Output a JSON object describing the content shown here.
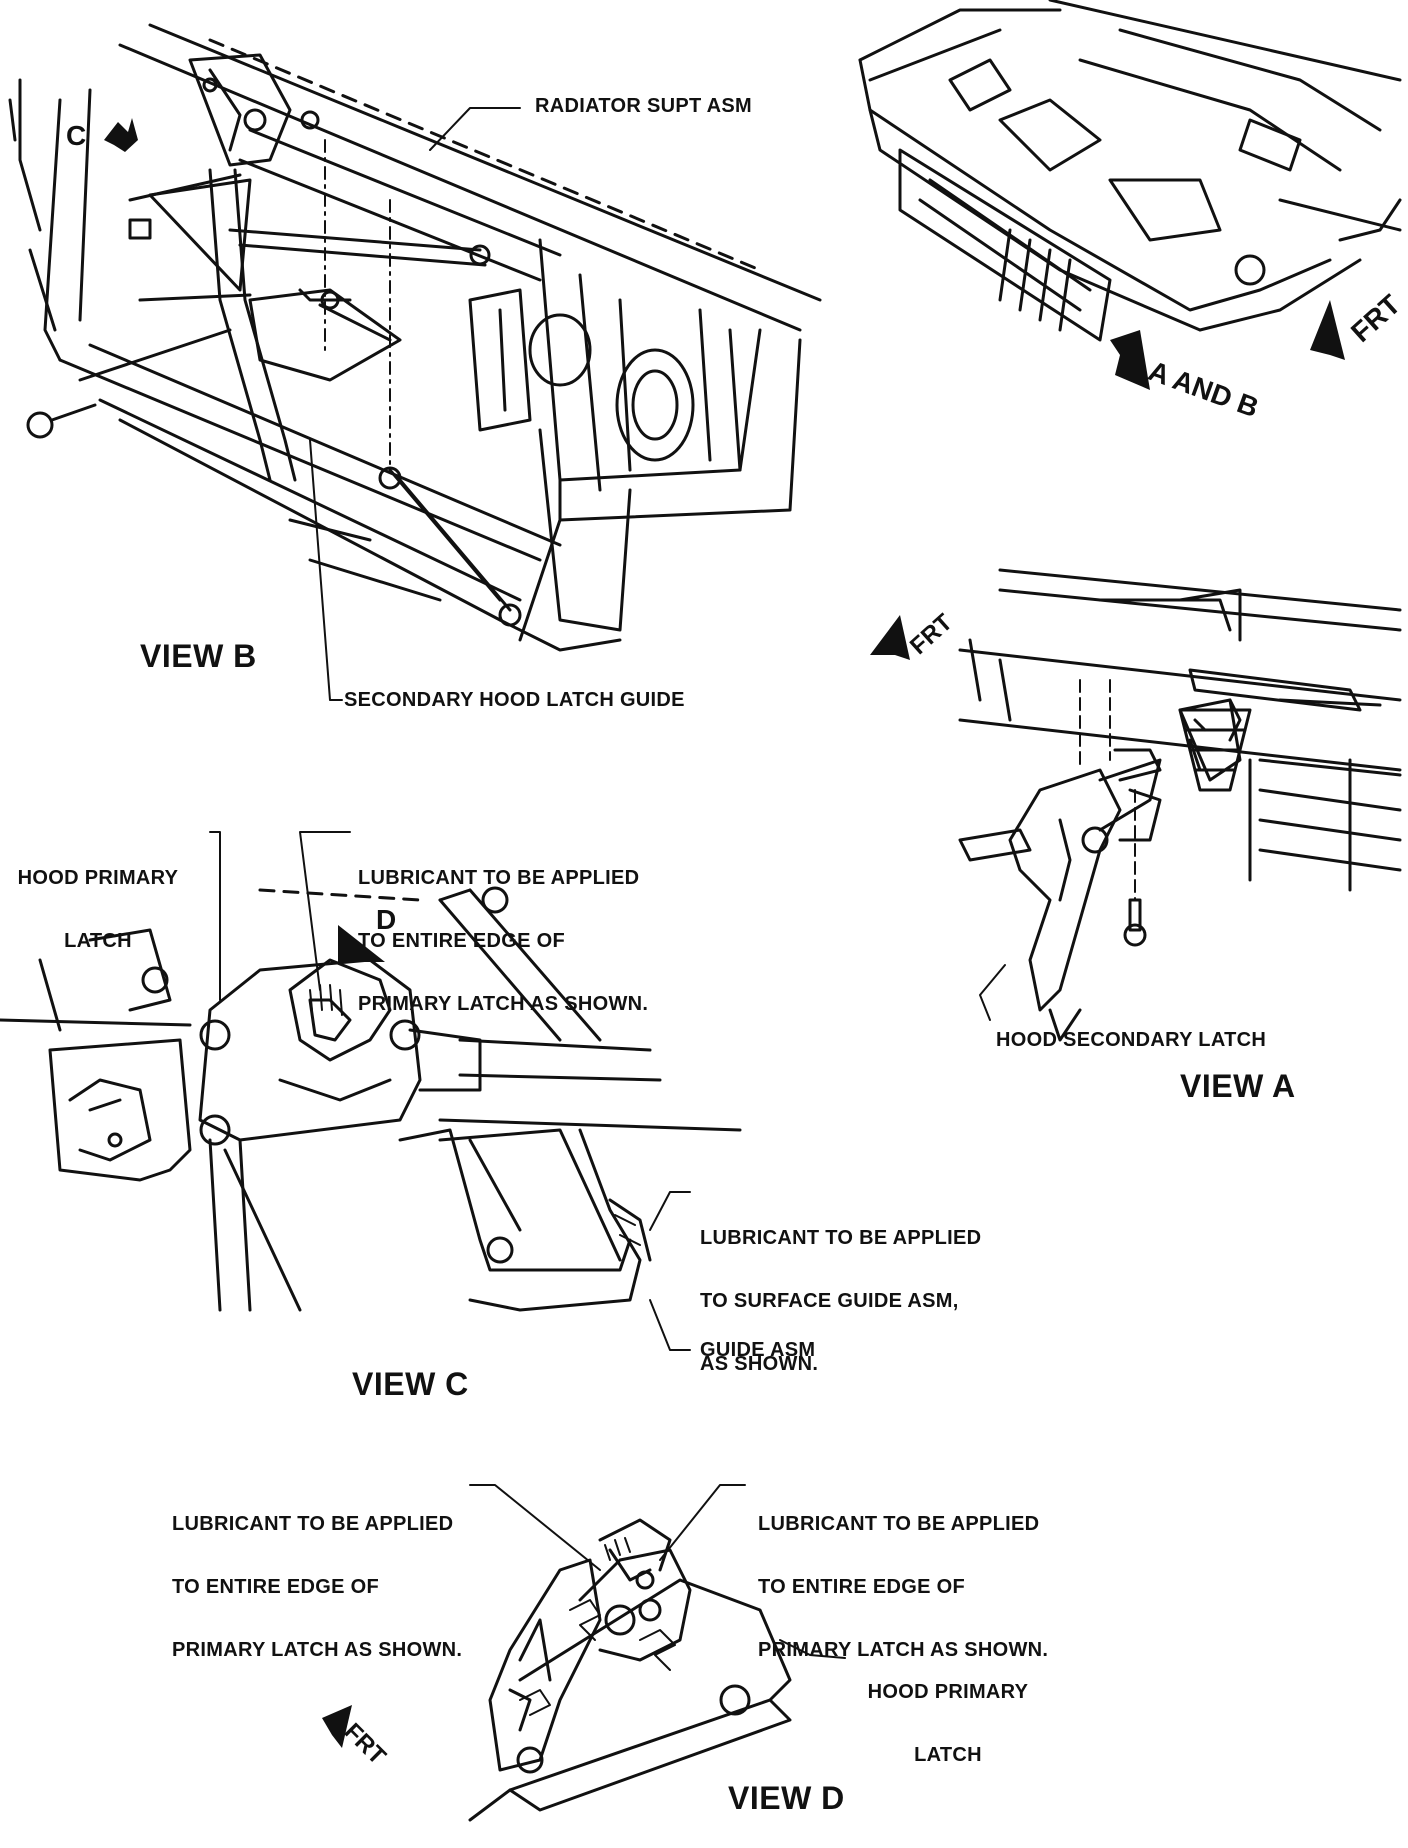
{
  "labels": {
    "radiator_supt": "RADIATOR SUPT ASM",
    "secondary_guide": "SECONDARY HOOD LATCH GUIDE",
    "hood_secondary_latch": "HOOD SECONDARY LATCH",
    "hood_primary_latch_c": [
      "HOOD PRIMARY",
      "LATCH"
    ],
    "lube_primary_c": [
      "LUBRICANT TO BE APPLIED",
      "TO ENTIRE EDGE OF",
      "PRIMARY LATCH AS SHOWN."
    ],
    "lube_surface_guide": [
      "LUBRICANT TO BE APPLIED",
      "TO SURFACE GUIDE ASM,",
      "AS SHOWN."
    ],
    "guide_asm": "GUIDE ASM",
    "lube_primary_d_left": [
      "LUBRICANT TO BE APPLIED",
      "TO ENTIRE EDGE OF",
      "PRIMARY LATCH AS SHOWN."
    ],
    "lube_primary_d_right": [
      "LUBRICANT TO BE APPLIED",
      "TO ENTIRE EDGE OF",
      "PRIMARY LATCH AS SHOWN."
    ],
    "hood_primary_latch_d": [
      "HOOD PRIMARY",
      "LATCH"
    ]
  },
  "views": {
    "a": "VIEW A",
    "b": "VIEW B",
    "c": "VIEW C",
    "d": "VIEW D"
  },
  "arrows": {
    "c": "C",
    "d": "D",
    "a_and_b": "A AND B",
    "frt": "FRT"
  }
}
